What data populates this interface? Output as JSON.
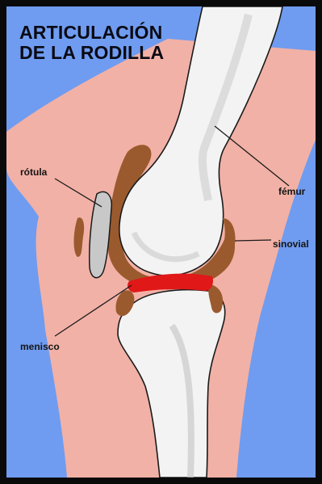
{
  "title": {
    "line1": "ARTICULACIÓN",
    "line2": "DE LA RODILLA"
  },
  "labels": {
    "rotula": "rótula",
    "femur": "fémur",
    "sinovial": "sinovial",
    "menisco": "menisco"
  },
  "colors": {
    "background": "#6f9cf0",
    "skin": "#f2b1a6",
    "bone": "#f3f3f3",
    "cartilage": "#9a5a2e",
    "meniscus": "#e01818",
    "patella": "#c8c8c8",
    "outline": "#1a1a1a"
  }
}
